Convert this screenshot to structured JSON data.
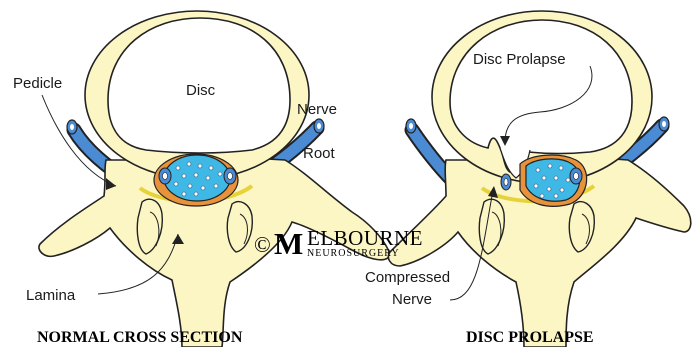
{
  "colors": {
    "bone": "#FCF6C4",
    "outline": "#222222",
    "nerve": "#4A8BD4",
    "cord": "#3FB8E6",
    "dura": "#E8923C",
    "ligament": "#E8D23A"
  },
  "left_panel": {
    "caption": "NORMAL CROSS SECTION",
    "labels": {
      "disc": "Disc",
      "pedicle": "Pedicle",
      "nerve": "Nerve",
      "root": "Root",
      "lamina": "Lamina"
    }
  },
  "right_panel": {
    "caption": "DISC PROLAPSE",
    "labels": {
      "disc_prolapse": "Disc Prolapse",
      "compressed": "Compressed",
      "nerve": "Nerve"
    }
  },
  "watermark": {
    "copyright": "©",
    "initial": "M",
    "top": "ELBOURNE",
    "bottom": "NEUROSURGERY"
  }
}
